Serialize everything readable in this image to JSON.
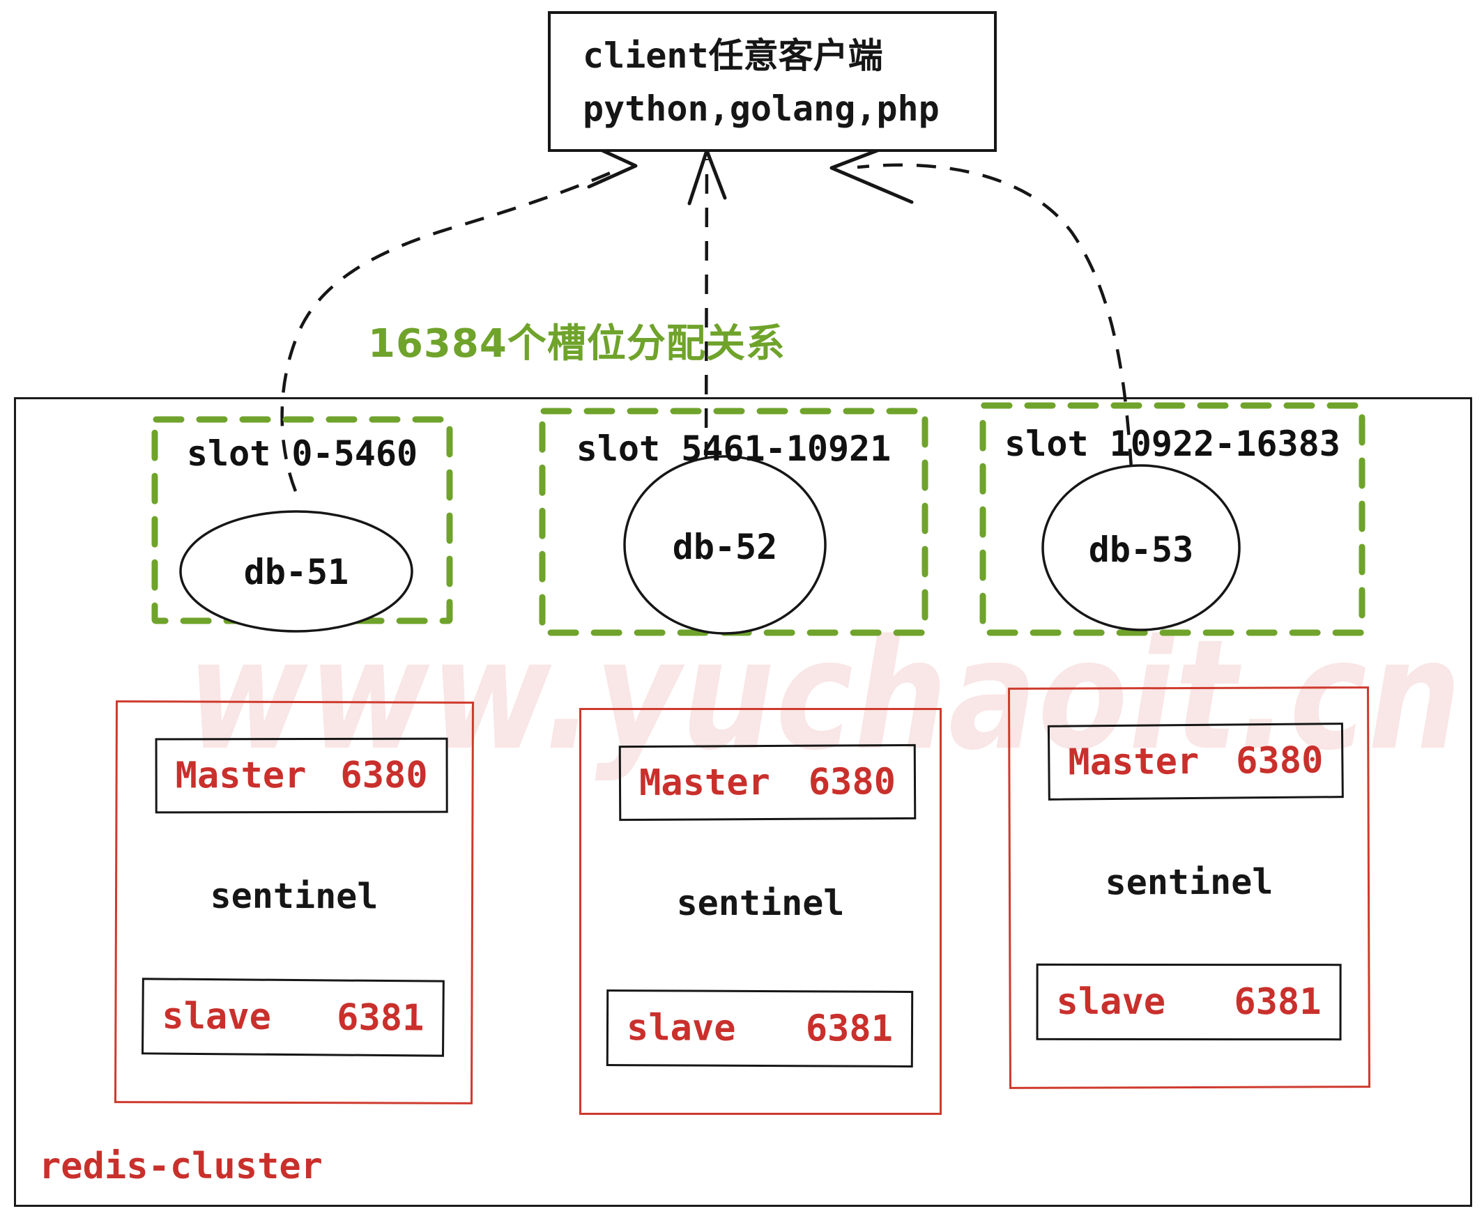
{
  "client": {
    "line1": "client任意客户端",
    "line2": "python,golang,php"
  },
  "slots_note": "16384个槽位分配关系",
  "slot_groups": [
    {
      "slot": "slot 0-5460",
      "db": "db-51"
    },
    {
      "slot": "slot 5461-10921",
      "db": "db-52"
    },
    {
      "slot": "slot 10922-16383",
      "db": "db-53"
    }
  ],
  "nodes": [
    {
      "master": "Master",
      "master_port": "6380",
      "sentinel": "sentinel",
      "slave": "slave",
      "slave_port": "6381"
    },
    {
      "master": "Master",
      "master_port": "6380",
      "sentinel": "sentinel",
      "slave": "slave",
      "slave_port": "6381"
    },
    {
      "master": "Master",
      "master_port": "6380",
      "sentinel": "sentinel",
      "slave": "slave",
      "slave_port": "6381"
    }
  ],
  "cluster_label": "redis-cluster",
  "watermark": "www.yuchaoit.cn",
  "colors": {
    "green": "#6FA32B",
    "red_border": "#CE3A2D",
    "red_text": "#C9302C",
    "black": "#161616",
    "watermark_pink": "#F3D6D6"
  }
}
